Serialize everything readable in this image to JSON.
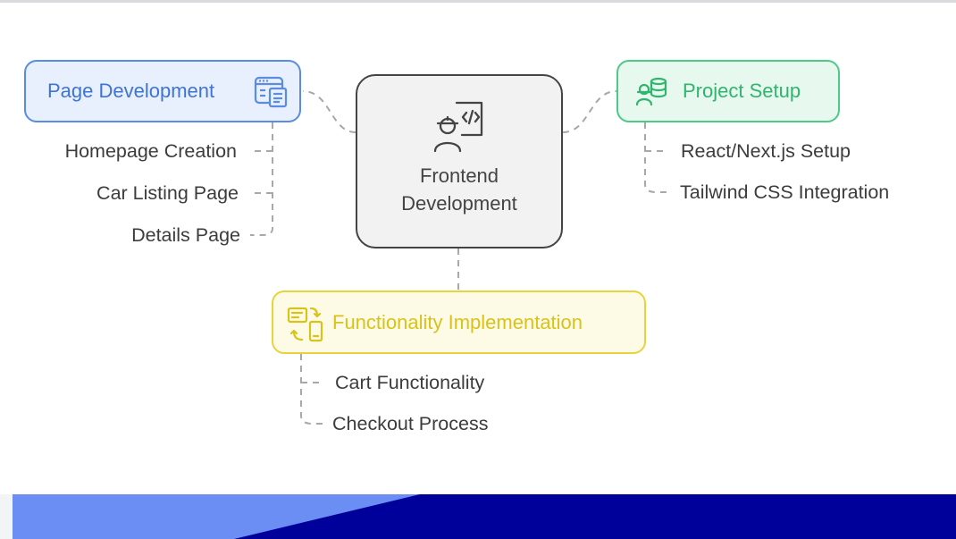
{
  "center": {
    "label_line1": "Frontend",
    "label_line2": "Development",
    "icon": "developer-code-icon"
  },
  "branches": {
    "page_development": {
      "label": "Page Development",
      "icon": "web-page-icon",
      "color": "#5b8ce0",
      "items": [
        "Homepage Creation",
        "Car Listing Page",
        "Details Page"
      ]
    },
    "project_setup": {
      "label": "Project Setup",
      "icon": "database-user-icon",
      "color": "#4fc98a",
      "items": [
        "React/Next.js Setup",
        "Tailwind CSS Integration"
      ]
    },
    "functionality": {
      "label": "Functionality Implementation",
      "icon": "sync-devices-icon",
      "color": "#e5d43b",
      "items": [
        "Cart Functionality",
        "Checkout Process"
      ]
    }
  },
  "theme": {
    "connector": "#a8a8a8",
    "band_light": "#6b8ef5",
    "band_dark": "#00009a"
  }
}
